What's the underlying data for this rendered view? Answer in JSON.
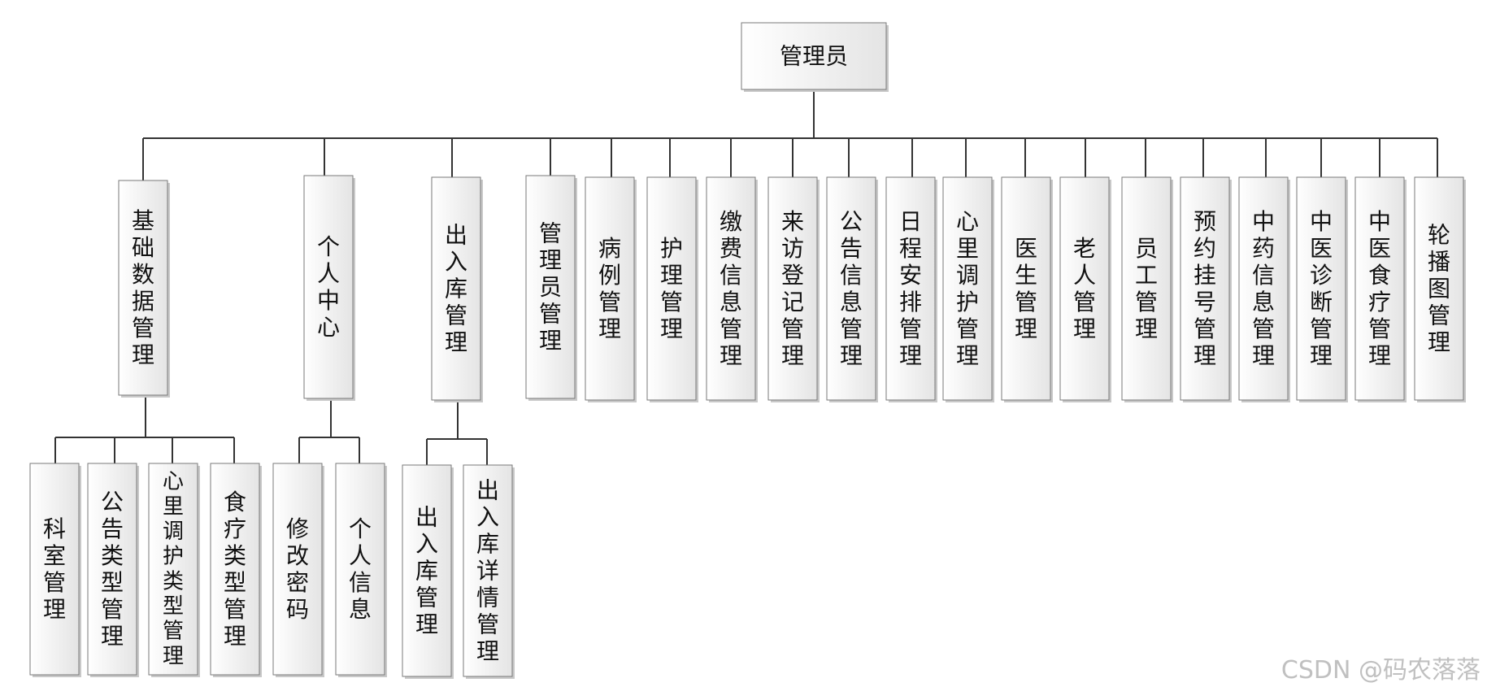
{
  "root": {
    "label": "管理员"
  },
  "branches": [
    {
      "label": "基础数据管理",
      "children": [
        "科室管理",
        "公告类型管理",
        "心里调护类型管理",
        "食疗类型管理"
      ]
    },
    {
      "label": "个人中心",
      "children": [
        "修改密码",
        "个人信息"
      ]
    },
    {
      "label": "出入库管理",
      "children": [
        "出入库管理",
        "出入库详情管理"
      ]
    },
    {
      "label": "管理员管理",
      "children": []
    },
    {
      "label": "病例管理",
      "children": []
    },
    {
      "label": "护理管理",
      "children": []
    },
    {
      "label": "缴费信息管理",
      "children": []
    },
    {
      "label": "来访登记管理",
      "children": []
    },
    {
      "label": "公告信息管理",
      "children": []
    },
    {
      "label": "日程安排管理",
      "children": []
    },
    {
      "label": "心里调护管理",
      "children": []
    },
    {
      "label": "医生管理",
      "children": []
    },
    {
      "label": "老人管理",
      "children": []
    },
    {
      "label": "员工管理",
      "children": []
    },
    {
      "label": "预约挂号管理",
      "children": []
    },
    {
      "label": "中药信息管理",
      "children": []
    },
    {
      "label": "中医诊断管理",
      "children": []
    },
    {
      "label": "中医食疗管理",
      "children": []
    },
    {
      "label": "轮播图管理",
      "children": []
    }
  ],
  "watermark": "CSDN @码农落落"
}
